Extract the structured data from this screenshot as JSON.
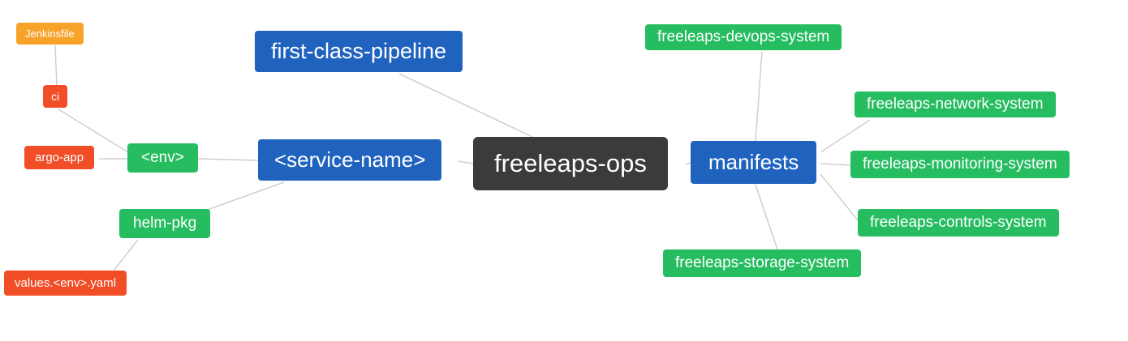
{
  "diagram": {
    "title": "freeleaps-ops repository structure mind map",
    "background_color": "#ffffff",
    "edge_color": "#cfcfcf",
    "colors": {
      "primary_blue": "#2063bf",
      "green": "#25bd60",
      "red_orange": "#f14d26",
      "orange": "#f7a229",
      "dark": "#3b3b3b",
      "text": "#ffffff"
    },
    "nodes": [
      {
        "id": "jenkinsfile",
        "label": "Jenkinsfile",
        "color": "orange"
      },
      {
        "id": "ci",
        "label": "ci",
        "color": "red"
      },
      {
        "id": "argo-app",
        "label": "argo-app",
        "color": "red"
      },
      {
        "id": "env",
        "label": "<env>",
        "color": "green"
      },
      {
        "id": "helm-pkg",
        "label": "helm-pkg",
        "color": "green"
      },
      {
        "id": "values-env-yaml",
        "label": "values.<env>.yaml",
        "color": "red"
      },
      {
        "id": "first-class-pipeline",
        "label": "first-class-pipeline",
        "color": "blue"
      },
      {
        "id": "service-name",
        "label": "<service-name>",
        "color": "blue"
      },
      {
        "id": "freeleaps-ops",
        "label": "freeleaps-ops",
        "color": "dark"
      },
      {
        "id": "manifests",
        "label": "manifests",
        "color": "blue"
      },
      {
        "id": "freeleaps-devops-system",
        "label": "freeleaps-devops-system",
        "color": "green"
      },
      {
        "id": "freeleaps-network-system",
        "label": "freeleaps-network-system",
        "color": "green"
      },
      {
        "id": "freeleaps-monitoring-system",
        "label": "freeleaps-monitoring-system",
        "color": "green"
      },
      {
        "id": "freeleaps-controls-system",
        "label": "freeleaps-controls-system",
        "color": "green"
      },
      {
        "id": "freeleaps-storage-system",
        "label": "freeleaps-storage-system",
        "color": "green"
      }
    ],
    "edges": [
      {
        "from": "jenkinsfile",
        "to": "ci"
      },
      {
        "from": "ci",
        "to": "env"
      },
      {
        "from": "argo-app",
        "to": "env"
      },
      {
        "from": "env",
        "to": "service-name"
      },
      {
        "from": "service-name",
        "to": "helm-pkg"
      },
      {
        "from": "helm-pkg",
        "to": "values-env-yaml"
      },
      {
        "from": "first-class-pipeline",
        "to": "freeleaps-ops"
      },
      {
        "from": "service-name",
        "to": "freeleaps-ops"
      },
      {
        "from": "freeleaps-ops",
        "to": "manifests"
      },
      {
        "from": "manifests",
        "to": "freeleaps-devops-system"
      },
      {
        "from": "manifests",
        "to": "freeleaps-network-system"
      },
      {
        "from": "manifests",
        "to": "freeleaps-monitoring-system"
      },
      {
        "from": "manifests",
        "to": "freeleaps-controls-system"
      },
      {
        "from": "manifests",
        "to": "freeleaps-storage-system"
      }
    ]
  }
}
